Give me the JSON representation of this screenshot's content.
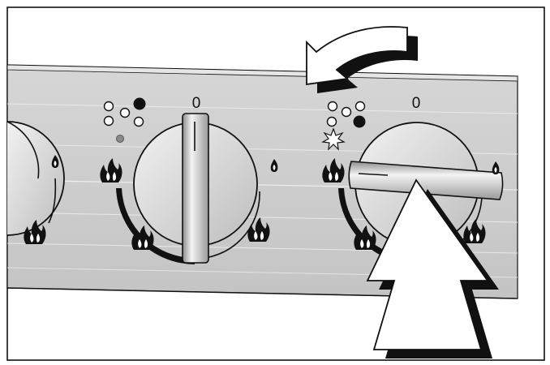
{
  "knobs": [
    {
      "zero_label": "0",
      "position_label": "off",
      "indicator_state": "off"
    },
    {
      "zero_label": "0",
      "position_label": "full-flame",
      "indicator_state": "sparking"
    }
  ],
  "instruction": {
    "rotate_direction": "counterclockwise",
    "action": "press-and-turn"
  },
  "colors": {
    "panel": "#c9c9c9",
    "outline": "#111111",
    "arrow_fill": "#ffffff",
    "indicator_active": "#111111",
    "indicator_dim": "#8a8a8a"
  }
}
